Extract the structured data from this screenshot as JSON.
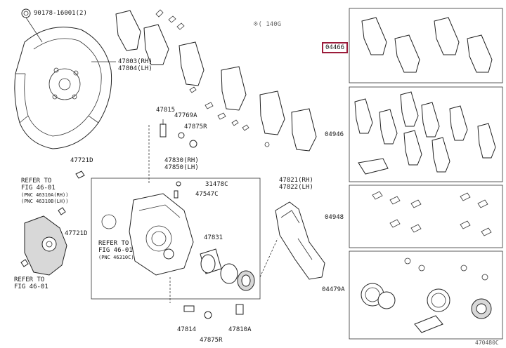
{
  "labels": {
    "p90178": "90178-16001(2)",
    "p47803": "47803(RH)",
    "p47804": "47804(LH)",
    "p47815": "47815",
    "p47769a": "47769A",
    "p47875r_top": "47875R",
    "p47721d_left": "47721D",
    "p47830": "47830(RH)",
    "p47850": "47850(LH)",
    "p31478c": "31478C",
    "p47547c": "47547C",
    "p47821": "47821(RH)",
    "p47822": "47822(LH)",
    "p47721d_right": "47721D",
    "p47831": "47831",
    "p47814": "47814",
    "p47875r_bottom": "47875R",
    "p47810a": "47810A",
    "refer1_title": "REFER TO",
    "refer1_fig": "FIG 46-01",
    "refer1_pnc1": "(PNC 46310A(RH))",
    "refer1_pnc2": "(PNC 46310B(LH))",
    "refer2_title": "REFER TO",
    "refer2_fig": "FIG 46-01",
    "refer2_pnc": "(PNC 46310C)",
    "refer3_title": "REFER TO",
    "refer3_fig": "FIG 46-01",
    "p04466": "04466",
    "p04946": "04946",
    "p04948": "04948",
    "p04479a": "04479A",
    "note_star": "※( 140G",
    "corner_code": "470480C"
  },
  "colors": {
    "highlight": "#9b1b3a",
    "line": "#333333"
  }
}
